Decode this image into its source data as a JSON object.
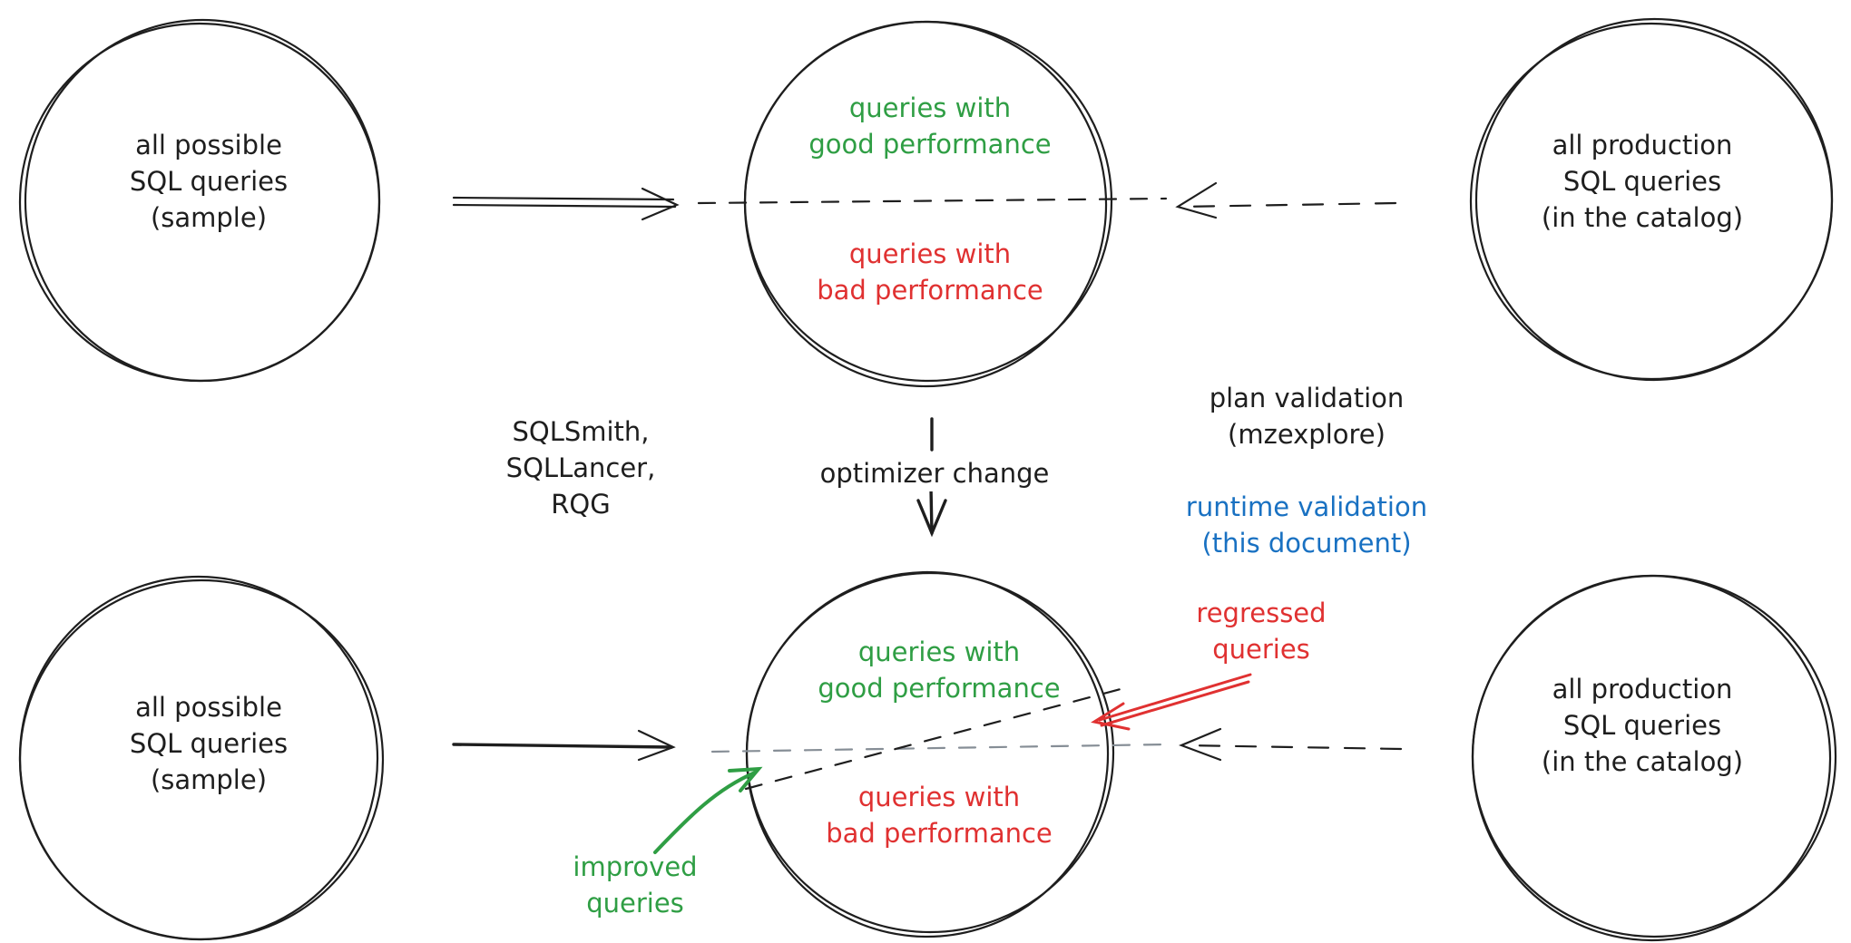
{
  "colors": {
    "stroke": "#1e1e1e",
    "good": "#2f9e44",
    "bad": "#e03131",
    "runtime": "#1971c2",
    "divider": "#868e96"
  },
  "top_row": {
    "left_circle": {
      "lines": [
        "all possible",
        "SQL queries",
        "(sample)"
      ]
    },
    "center_circle": {
      "good": [
        "queries with",
        "good performance"
      ],
      "bad": [
        "queries with",
        "bad performance"
      ]
    },
    "right_circle": {
      "lines": [
        "all production",
        "SQL queries",
        "(in the catalog)"
      ]
    }
  },
  "middle": {
    "generators": [
      "SQLSmith,",
      "SQLLancer,",
      "RQG"
    ],
    "optimizer_change": "optimizer change",
    "plan_validation": [
      "plan validation",
      "(mzexplore)"
    ],
    "runtime_validation": [
      "runtime validation",
      "(this document)"
    ]
  },
  "bottom_row": {
    "left_circle": {
      "lines": [
        "all possible",
        "SQL queries",
        "(sample)"
      ]
    },
    "center_circle": {
      "good": [
        "queries with",
        "good performance"
      ],
      "bad": [
        "queries with",
        "bad performance"
      ]
    },
    "right_circle": {
      "lines": [
        "all production",
        "SQL queries",
        "(in the catalog)"
      ]
    },
    "regressed": [
      "regressed",
      "queries"
    ],
    "improved": [
      "improved",
      "queries"
    ]
  }
}
